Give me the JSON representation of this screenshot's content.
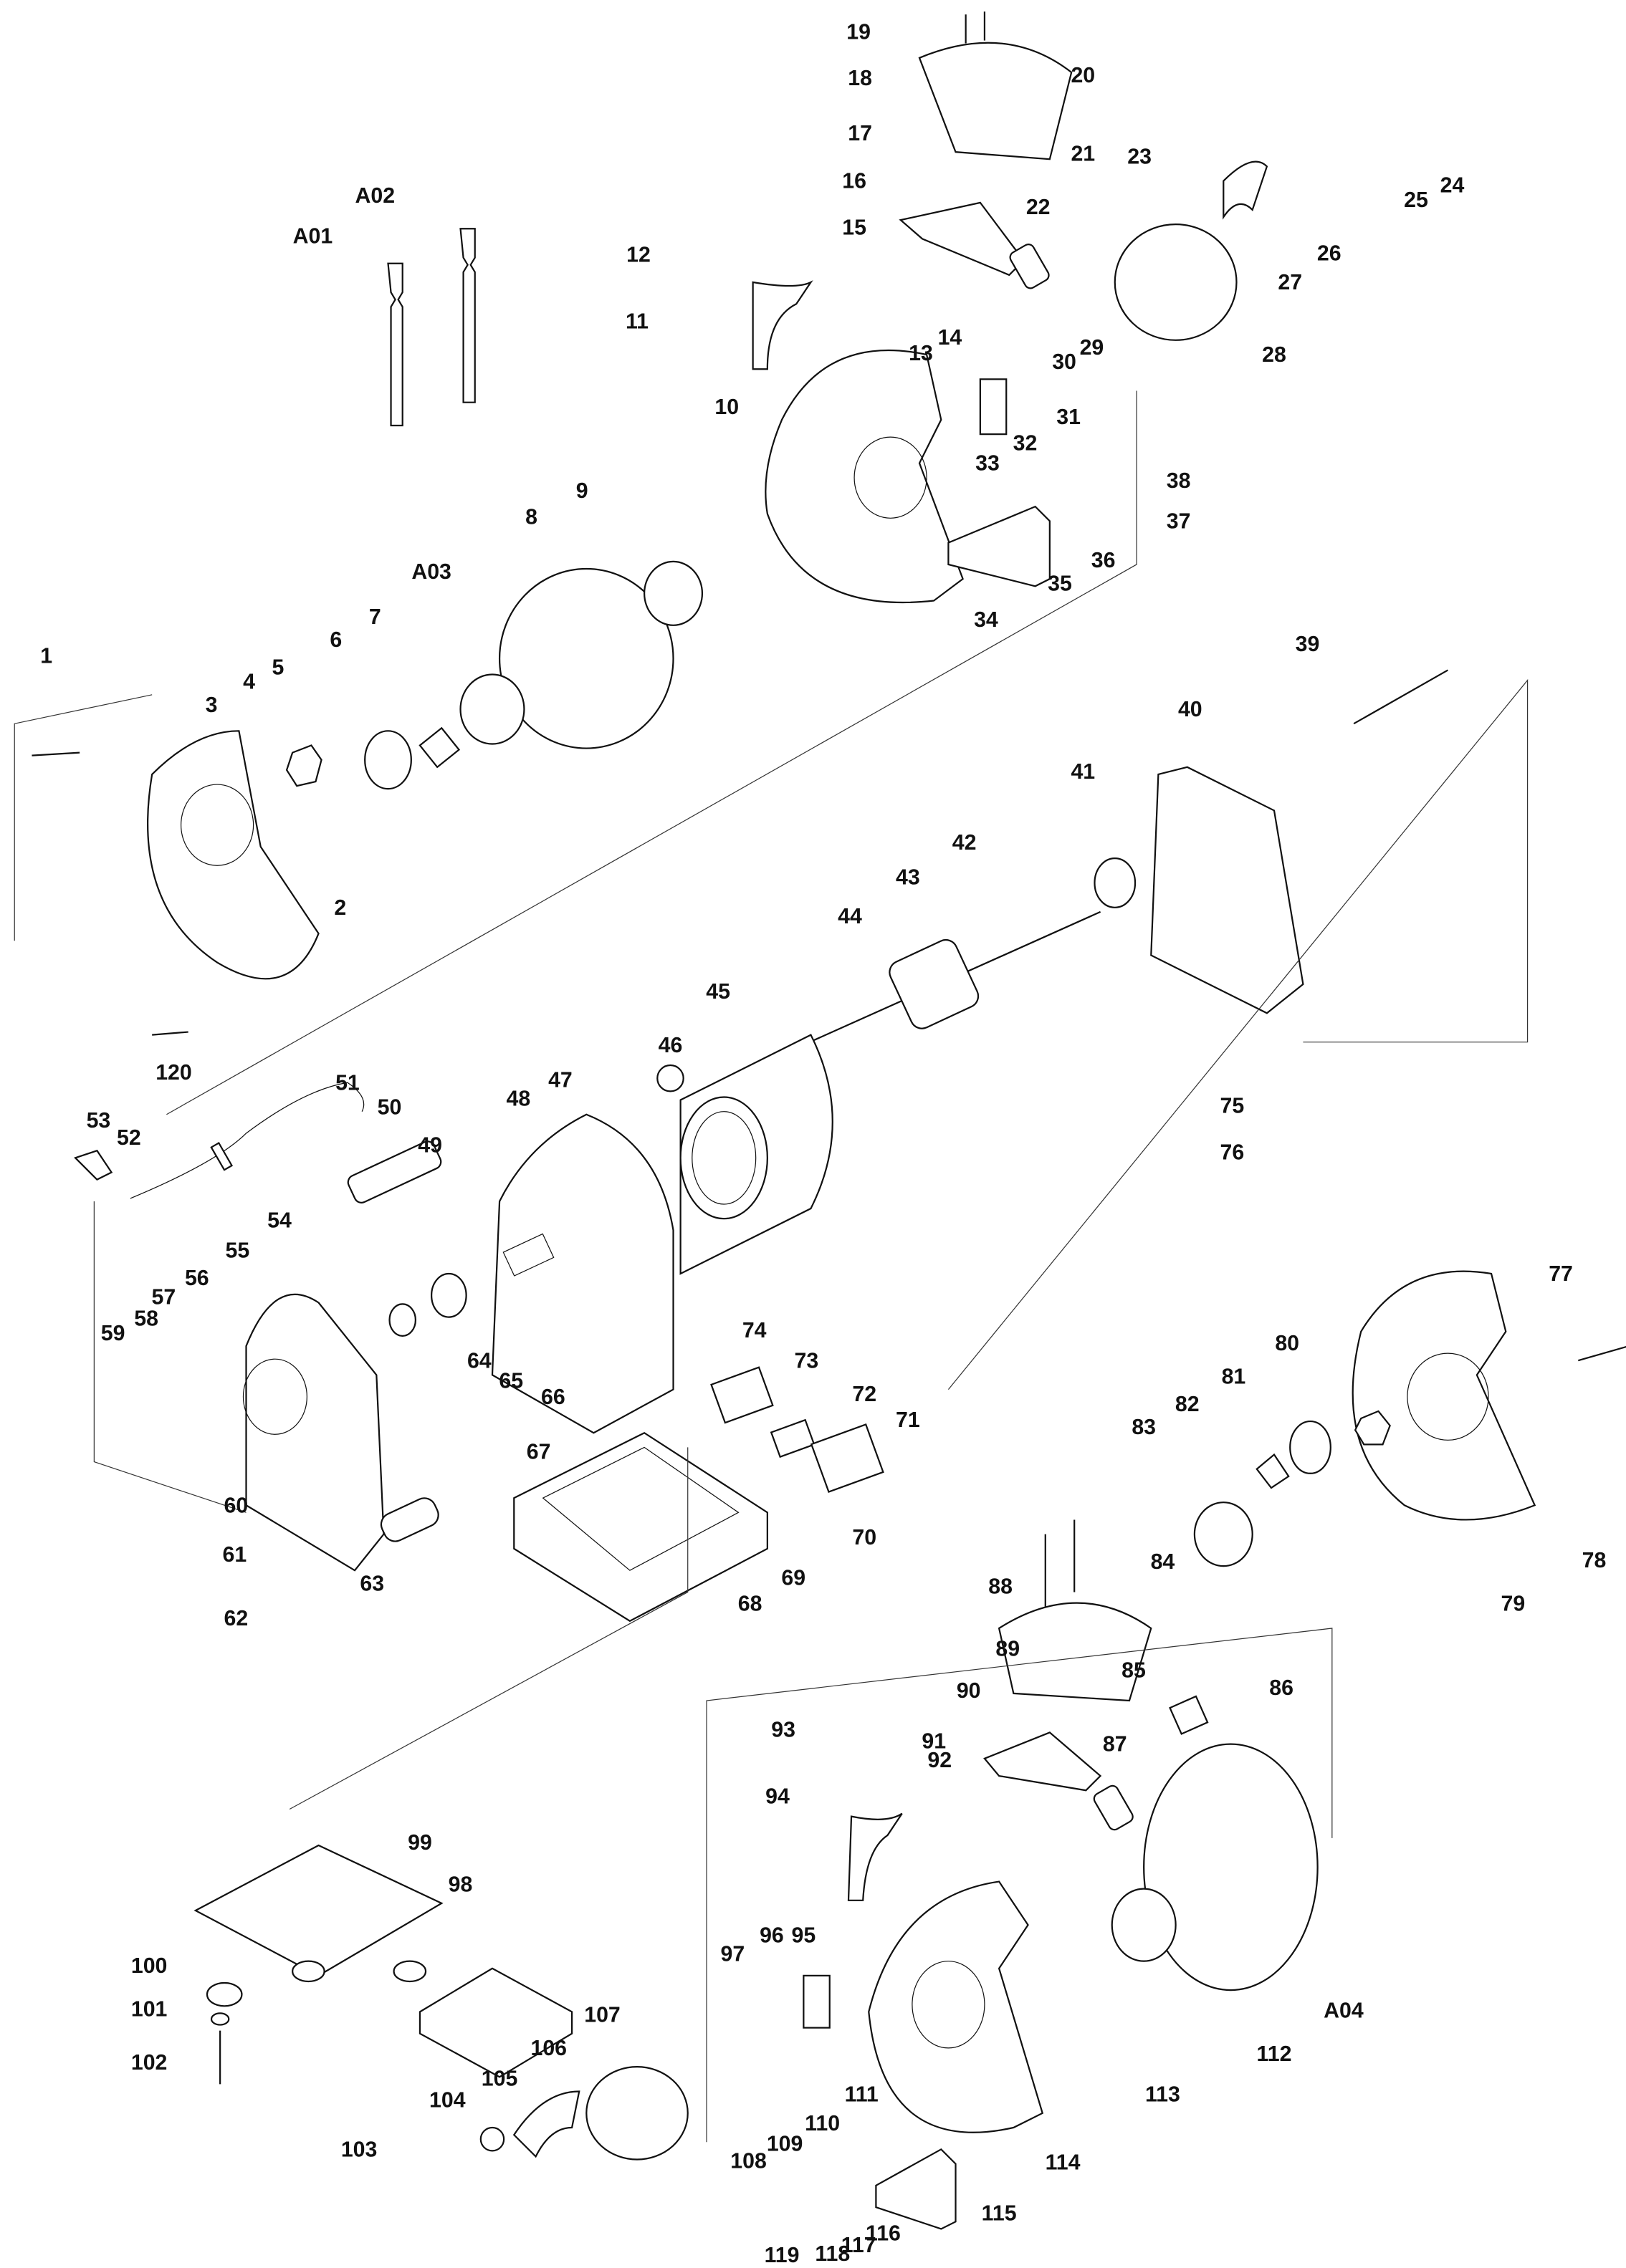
{
  "diagram": {
    "type": "exploded-parts-view",
    "labels": [
      "1",
      "2",
      "3",
      "4",
      "5",
      "6",
      "7",
      "8",
      "9",
      "10",
      "11",
      "12",
      "13",
      "14",
      "15",
      "16",
      "17",
      "18",
      "19",
      "20",
      "21",
      "22",
      "23",
      "24",
      "25",
      "26",
      "27",
      "28",
      "29",
      "30",
      "31",
      "32",
      "33",
      "34",
      "35",
      "36",
      "37",
      "38",
      "39",
      "40",
      "41",
      "42",
      "43",
      "44",
      "45",
      "46",
      "47",
      "48",
      "49",
      "50",
      "51",
      "52",
      "53",
      "54",
      "55",
      "56",
      "57",
      "58",
      "59",
      "60",
      "61",
      "62",
      "63",
      "64",
      "65",
      "66",
      "67",
      "68",
      "69",
      "70",
      "71",
      "72",
      "73",
      "74",
      "75",
      "76",
      "77",
      "78",
      "79",
      "80",
      "81",
      "82",
      "83",
      "84",
      "85",
      "86",
      "87",
      "88",
      "89",
      "90",
      "91",
      "92",
      "93",
      "94",
      "95",
      "96",
      "97",
      "98",
      "99",
      "100",
      "101",
      "102",
      "103",
      "104",
      "105",
      "106",
      "107",
      "108",
      "109",
      "110",
      "111",
      "112",
      "113",
      "114",
      "115",
      "116",
      "117",
      "118",
      "119",
      "120",
      "A01",
      "A02",
      "A03",
      "A04"
    ]
  }
}
